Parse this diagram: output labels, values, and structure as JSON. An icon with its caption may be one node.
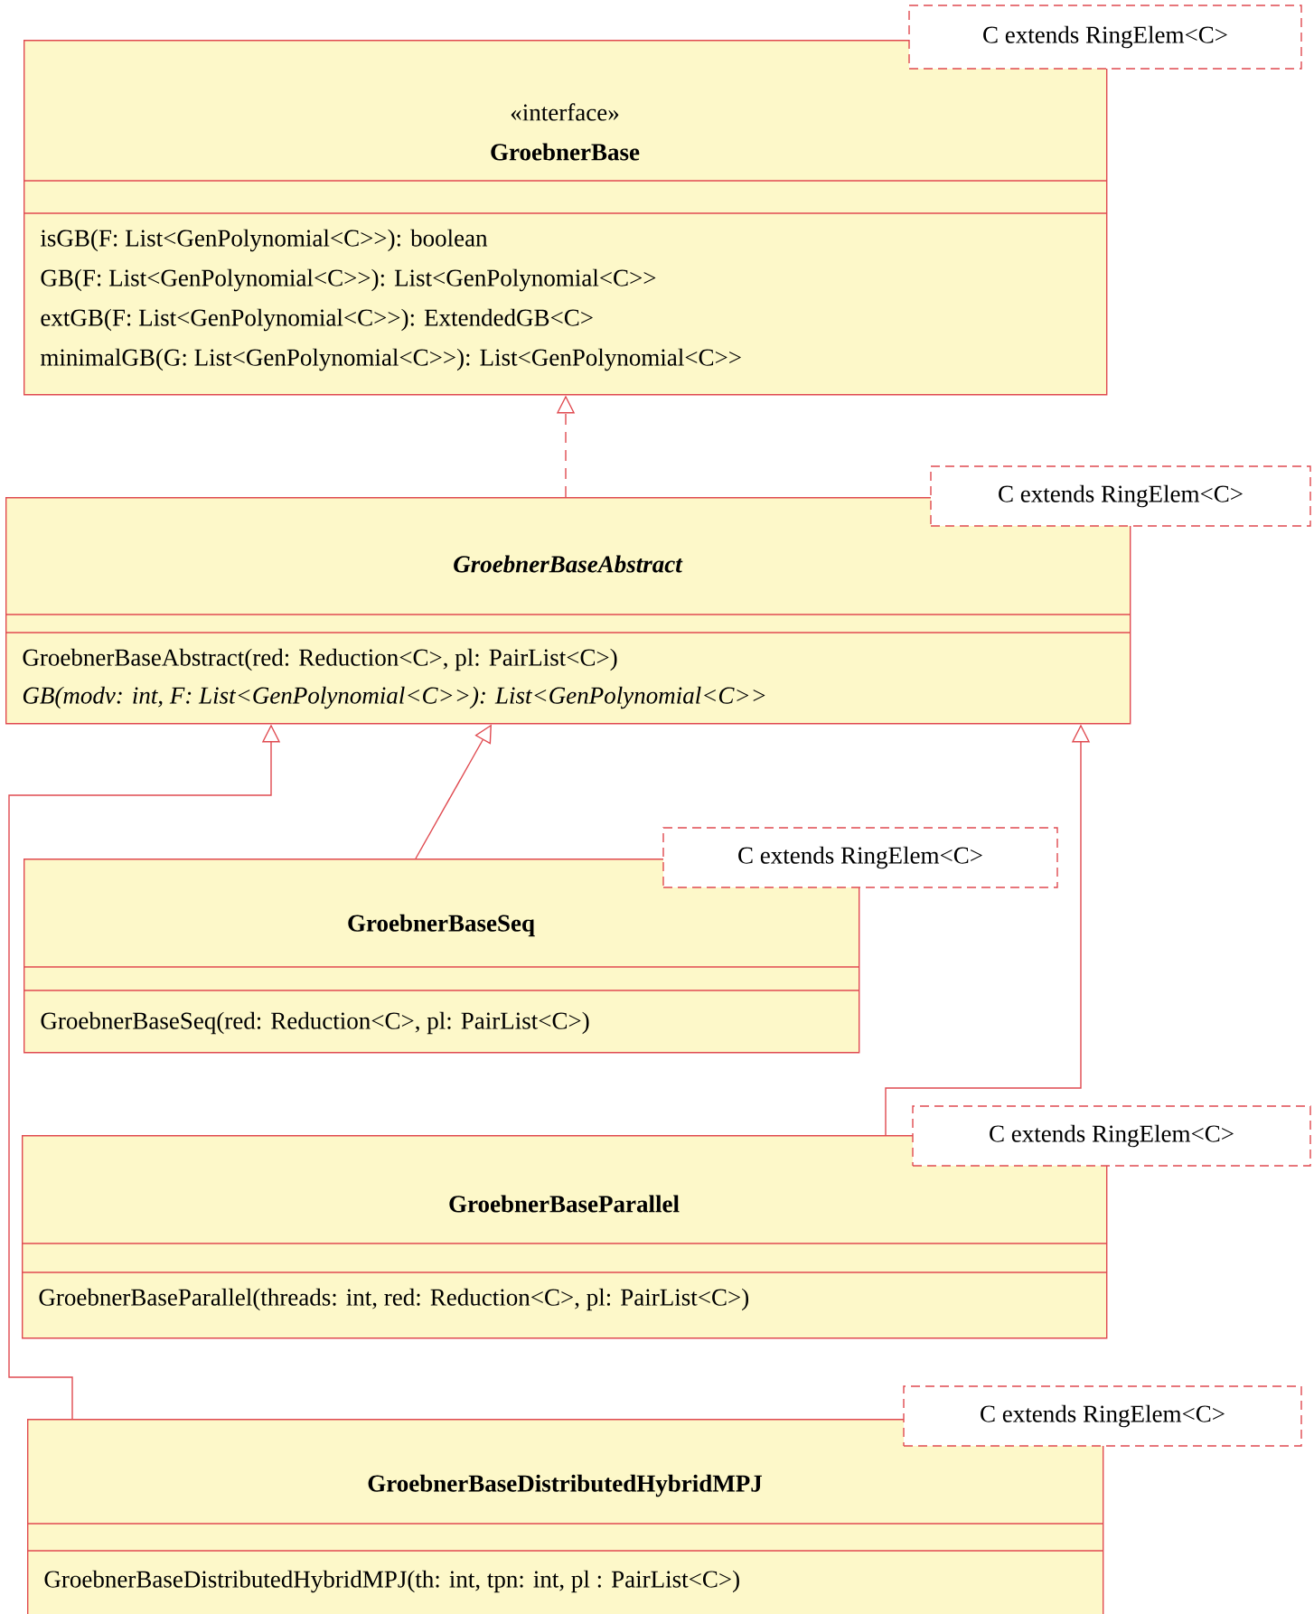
{
  "diagram": {
    "nodes": [
      {
        "text": [
          "«interface»",
          "GroebnerBase",
          "isGB(F: List<GenPolynomial<C>>): boolean",
          "GB(F: List<GenPolynomial<C>>): List<GenPolynomial<C>>",
          "extGB(F: List<GenPolynomial<C>>): ExtendedGB<C>",
          "minimalGB(G: List<GenPolynomial<C>>): List<GenPolynomial<C>>"
        ],
        "beside": [
          "C extends RingElem<C>"
        ]
      },
      {
        "text": [
          "GroebnerBaseAbstract",
          "GroebnerBaseAbstract(red: Reduction<C>, pl: PairList<C>)",
          "GB(modv: int, F: List<GenPolynomial<C>>): List<GenPolynomial<C>>"
        ],
        "beside": [
          "C extends RingElem<C>"
        ]
      },
      {
        "text": [
          "GroebnerBaseSeq",
          "GroebnerBaseSeq(red: Reduction<C>, pl: PairList<C>)"
        ],
        "beside": [
          "C extends RingElem<C>"
        ]
      },
      {
        "text": [
          "GroebnerBaseParallel",
          "GroebnerBaseParallel(threads: int, red: Reduction<C>, pl: PairList<C>)"
        ],
        "beside": [
          "C extends RingElem<C>"
        ]
      },
      {
        "text": [
          "GroebnerBaseDistributedHybridMPJ",
          "GroebnerBaseDistributedHybridMPJ(th: int, tpn: int, pl : PairList<C>)"
        ],
        "beside": [
          "C extends RingElem<C>"
        ]
      }
    ],
    "edges": [
      {
        "from": 1,
        "to": 0,
        "arrow": "to",
        "style": "dashed"
      },
      {
        "from": 2,
        "to": 1,
        "arrow": "to"
      },
      {
        "from": 3,
        "to": 1,
        "arrow": "to"
      },
      {
        "from": 4,
        "to": 1,
        "arrow": "to"
      }
    ]
  }
}
